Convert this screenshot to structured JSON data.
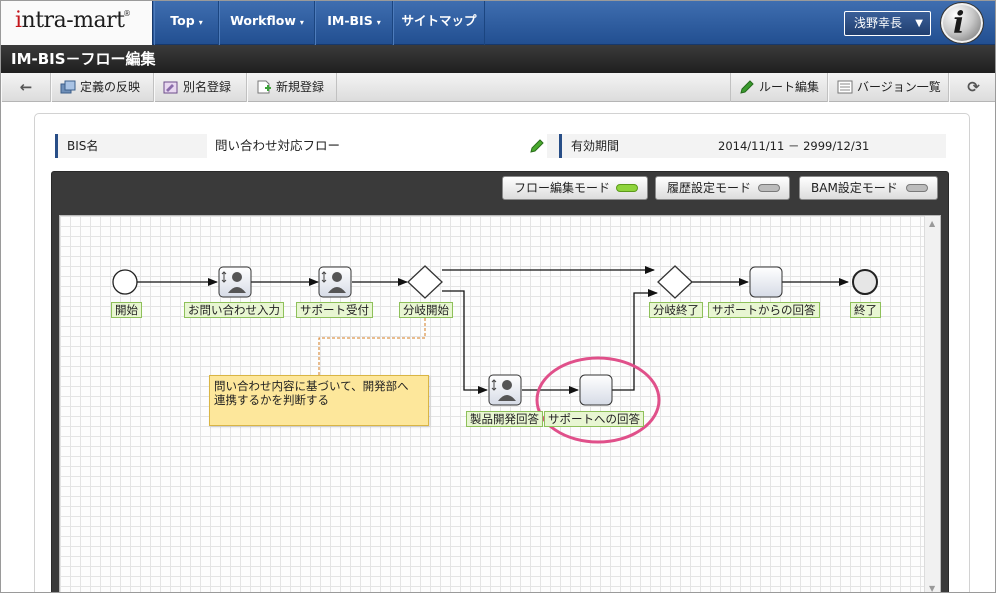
{
  "app": {
    "logo_text": "ntra-mart",
    "logo_i": "i",
    "logo_mark": "®"
  },
  "nav": {
    "items": [
      {
        "label": "Top",
        "has_menu": true
      },
      {
        "label": "Workflow",
        "has_menu": true
      },
      {
        "label": "IM-BIS",
        "has_menu": true
      },
      {
        "label": "サイトマップ",
        "has_menu": false
      }
    ],
    "menu_caret": "▾",
    "user_name": "浅野幸長",
    "user_caret": "▼",
    "avatar_letter": "i"
  },
  "page": {
    "title": "IM-BIS－フロー編集"
  },
  "toolbar": {
    "back_icon": "←",
    "apply_label": "定義の反映",
    "alias_label": "別名登録",
    "new_label": "新規登録",
    "route_label": "ルート編集",
    "versions_label": "バージョン一覧",
    "refresh_icon": "⟳"
  },
  "info": {
    "bis_name_label": "BIS名",
    "bis_name_value": "問い合わせ対応フロー",
    "period_label": "有効期間",
    "period_value": "2014/11/11 － 2999/12/31"
  },
  "modes": [
    {
      "label": "フロー編集モード",
      "active": true
    },
    {
      "label": "履歴設定モード",
      "active": false
    },
    {
      "label": "BAM設定モード",
      "active": false
    }
  ],
  "flow": {
    "nodes": {
      "start": "開始",
      "inquiry": "お問い合わせ入力",
      "support_accept": "サポート受付",
      "branch_start": "分岐開始",
      "branch_end": "分岐終了",
      "support_reply": "サポートからの回答",
      "end": "終了",
      "dev_reply": "製品開発回答",
      "reply_to_support": "サポートへの回答"
    },
    "memo_line1": "問い合わせ内容に基づいて、開発部へ",
    "memo_line2": "連携するかを判断する"
  },
  "colors": {
    "nav_blue": "#2d5b9e",
    "title_dark": "#2a2a2a",
    "label_green_bg": "#e8f6d2",
    "highlight_ellipse": "#e0508a",
    "memo_yellow": "#fde79b"
  },
  "icons": {
    "edit": "pencil-icon",
    "user_task": "person-task-icon",
    "gateway": "diamond-gateway-icon"
  }
}
